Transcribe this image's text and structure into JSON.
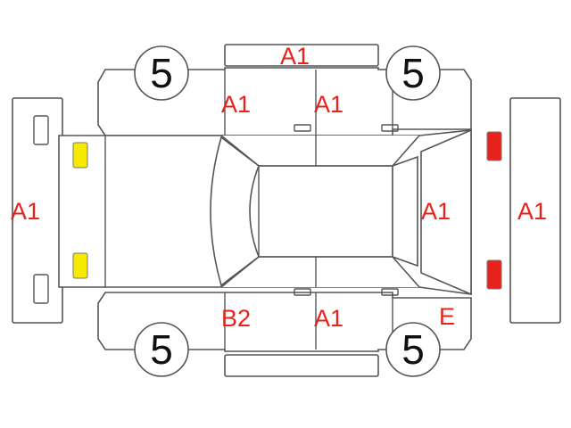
{
  "wheels": {
    "front_left": "5",
    "front_right": "5",
    "rear_left": "5",
    "rear_right": "5"
  },
  "codes": {
    "roof_top_strip": "A1",
    "left_front_door": "A1",
    "left_rear_door": "A1",
    "front_bumper": "A1",
    "rear_panel": "A1",
    "rear_bumper": "A1",
    "right_front_door": "B2",
    "right_rear_door": "A1",
    "right_rear_quarter": "E"
  },
  "colors": {
    "code_text": "#e8211a",
    "front_lamp": "#f7ea00",
    "rear_lamp": "#e8211a",
    "outline": "#555555"
  }
}
